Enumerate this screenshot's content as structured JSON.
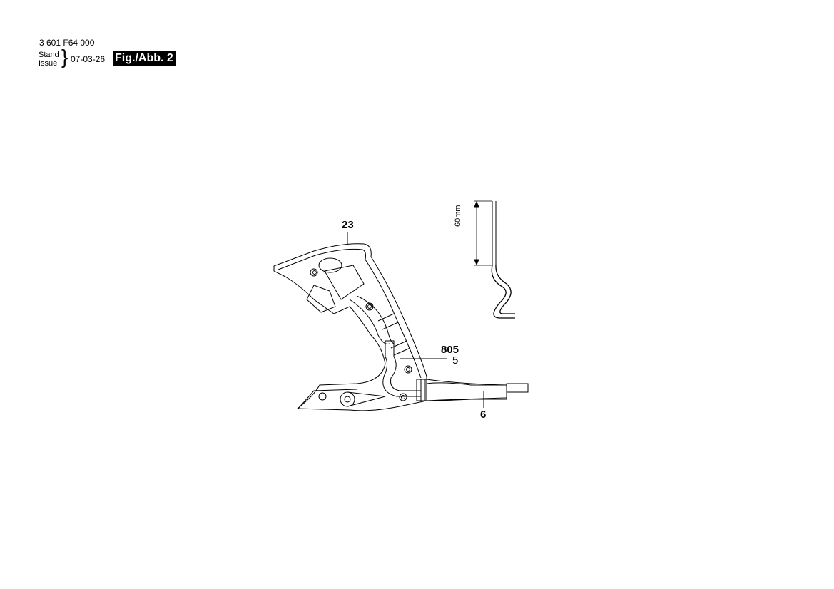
{
  "header": {
    "part_number": "3 601 F64 000",
    "stand_label": "Stand",
    "issue_label": "Issue",
    "brace": "}",
    "date": "07-03-26",
    "figure_label": "Fig./Abb. 2"
  },
  "diagram": {
    "callouts": [
      {
        "id": "23",
        "bold": true
      },
      {
        "id": "805",
        "bold": true
      },
      {
        "id": "5",
        "bold": false
      },
      {
        "id": "6",
        "bold": true
      }
    ],
    "dimension": {
      "label": "60mm"
    },
    "line_color": "#000000"
  }
}
